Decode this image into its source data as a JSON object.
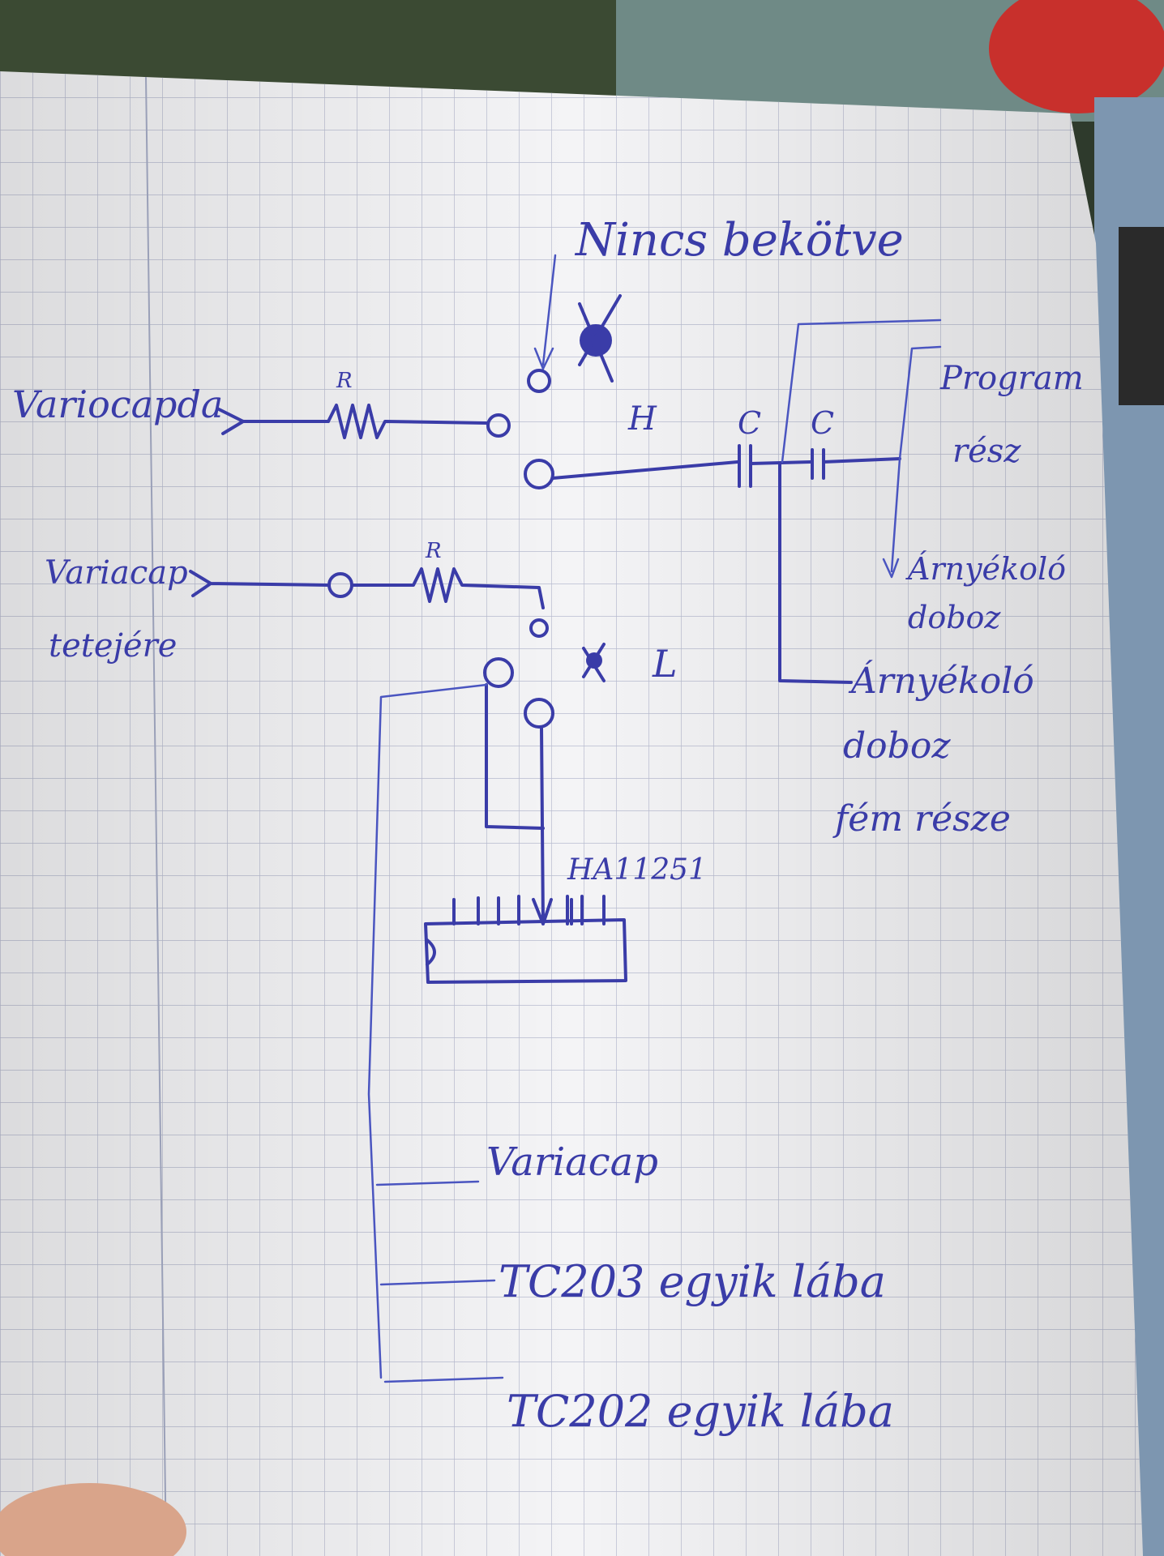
{
  "title": "Nincs bekötve",
  "labels": {
    "varicap_left_top": "Variocapda",
    "varicap_left_bottom": "Variacap",
    "varicap_left_bottom_2": "tetejére",
    "resistor_top": "R",
    "resistor_bottom": "R",
    "switch_h": "H",
    "switch_l": "L",
    "cap_1": "C",
    "cap_2": "C",
    "program_1": "Program",
    "program_2": "rész",
    "shield_1": "Árnyékoló",
    "shield_2": "doboz",
    "shield_metal_1": "Árnyékoló",
    "shield_metal_2": "doboz",
    "shield_metal_3": "fém része",
    "ic_label": "HA11251",
    "varicap_bottom": "Variacap",
    "tc203": "TC203 egyik lába",
    "tc202": "TC202 egyik lába"
  },
  "colors": {
    "ink": "#3a3ca8",
    "paper": "#f4f4f6",
    "grid": "#b8bcd0"
  }
}
